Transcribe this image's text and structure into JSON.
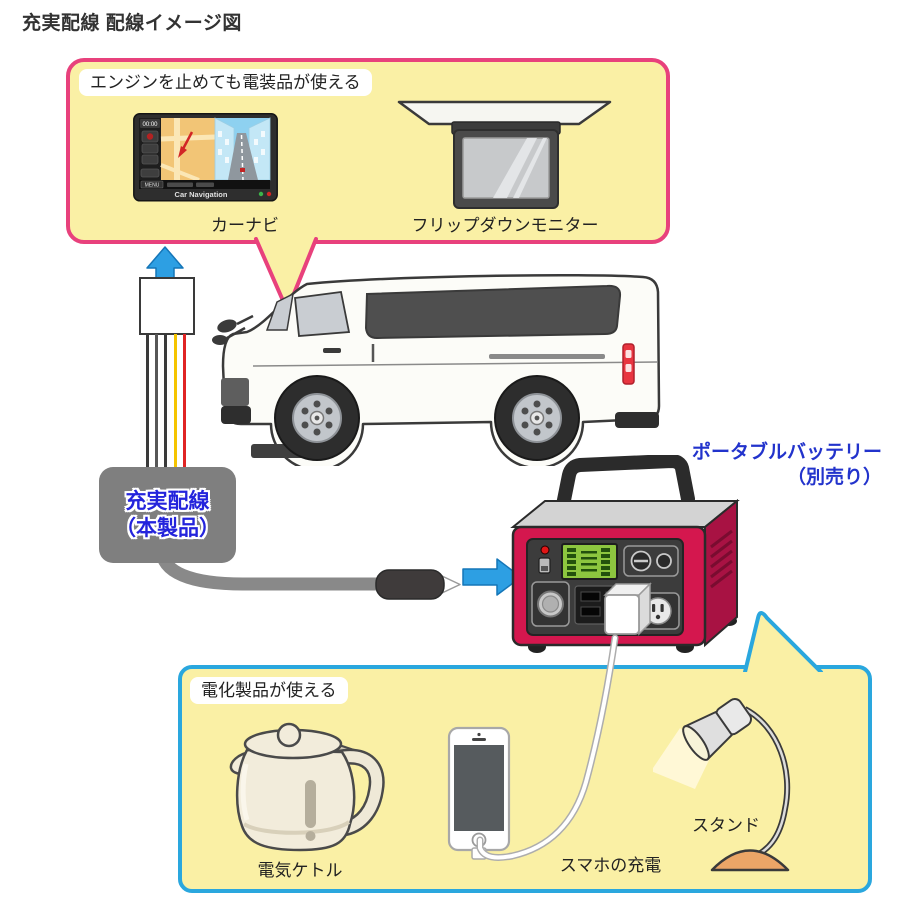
{
  "page": {
    "title": "充実配線 配線イメージ図"
  },
  "top_bubble": {
    "label": "エンジンを止めても電装品が使える",
    "items": [
      {
        "name": "car-navigation",
        "label": "カーナビ"
      },
      {
        "name": "flip-down-monitor",
        "label": "フリップダウンモニター"
      }
    ]
  },
  "car_nav": {
    "clock": "00:00",
    "menu": "MENU",
    "brand": "Car Navigation"
  },
  "harness": {
    "line1": "充実配線",
    "line2": "（本製品）"
  },
  "battery": {
    "line1": "ポータブルバッテリー",
    "line2": "（別売り）"
  },
  "bottom_bubble": {
    "label": "電化製品が使える",
    "items": [
      {
        "name": "electric-kettle",
        "label": "電気ケトル"
      },
      {
        "name": "smartphone-charging",
        "label": "スマホの充電"
      },
      {
        "name": "desk-lamp",
        "label": "スタンド"
      }
    ]
  },
  "colors": {
    "bubble_fill": "#FAF0A5",
    "top_bubble_border": "#E8417C",
    "bottom_bubble_border": "#2AA7DE",
    "arrow_blue": "#2D9FE3",
    "harness_box": "#7F7F7F",
    "label_blue": "#2233CC",
    "battery_red": "#D4174E"
  }
}
